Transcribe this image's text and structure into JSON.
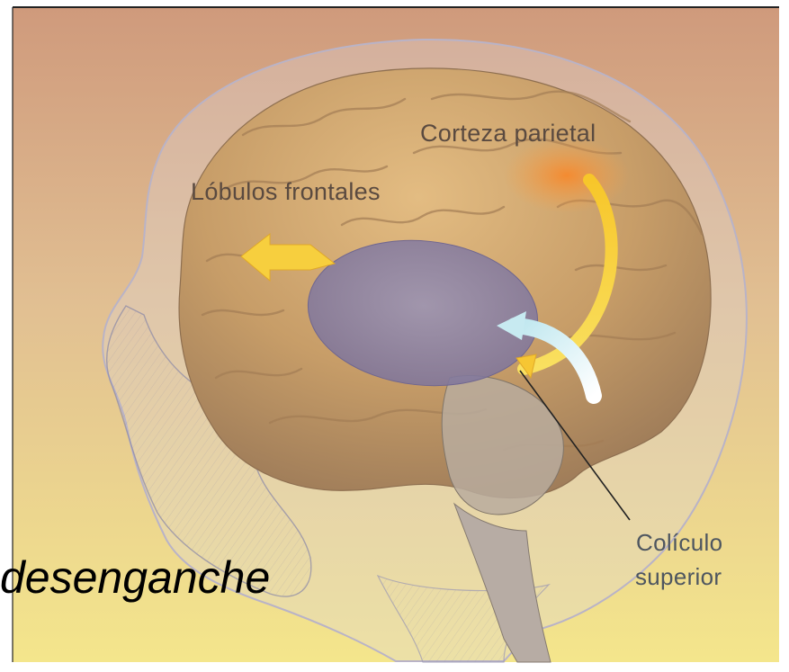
{
  "labels": {
    "parietal": "Corteza parietal",
    "frontal": "Lóbulos frontales",
    "colliculus_line1": "Colículo",
    "colliculus_line2": "superior"
  },
  "caption": "desenganche",
  "colors": {
    "background_top": "#d29878",
    "background_bottom": "#f2e38a",
    "brain": "#c9a06a",
    "parietal_highlight": "#f39a3a",
    "arrow_yellow": "#f7d23a",
    "arrow_pale_blue": "#c9ecf0",
    "ellipse_violet": "#8c82a8"
  }
}
